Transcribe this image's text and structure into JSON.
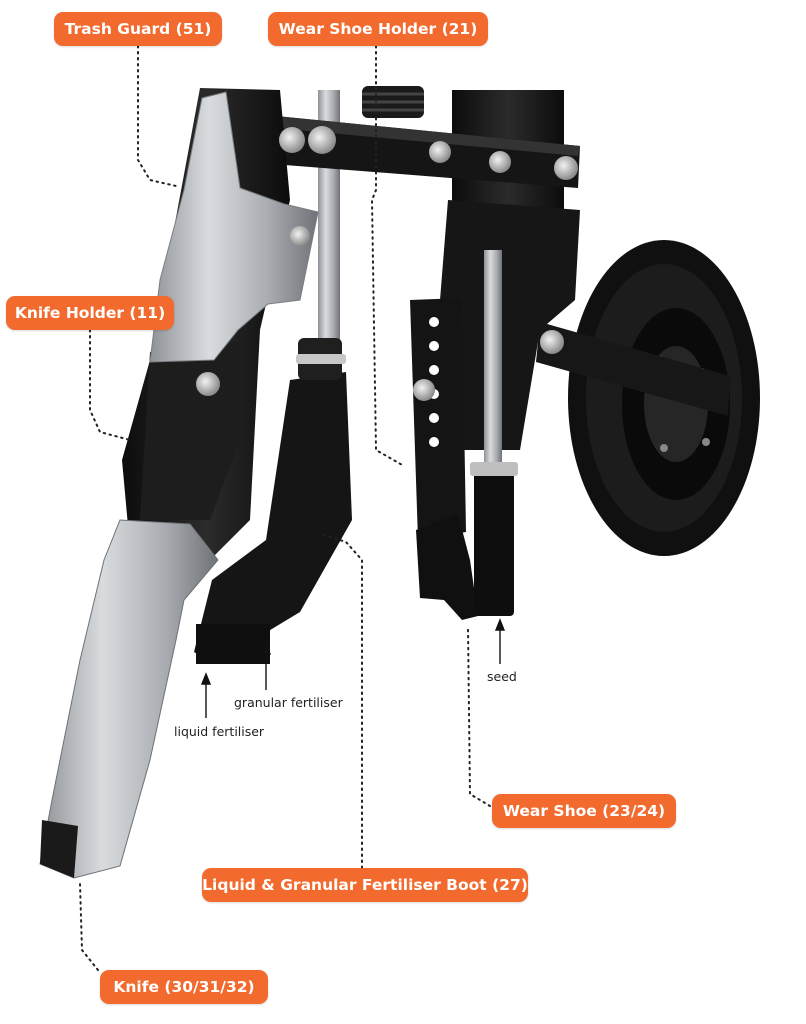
{
  "colors": {
    "label_bg": "#f26a2d",
    "label_text": "#ffffff",
    "leader_line": "#222222",
    "black_parts": "#141414",
    "galvanised_steel": "#b9bcbf",
    "tyre": "#101010"
  },
  "labels": {
    "trash_guard": "Trash Guard (51)",
    "wear_shoe_holder": "Wear Shoe Holder (21)",
    "knife_holder": "Knife Holder (11)",
    "wear_shoe": "Wear Shoe (23/24)",
    "fertiliser_boot": "Liquid & Granular Fertiliser Boot (27)",
    "knife": "Knife (30/31/32)"
  },
  "outlets": {
    "granular_fertiliser": "granular fertiliser",
    "liquid_fertiliser": "liquid fertiliser",
    "seed": "seed"
  }
}
